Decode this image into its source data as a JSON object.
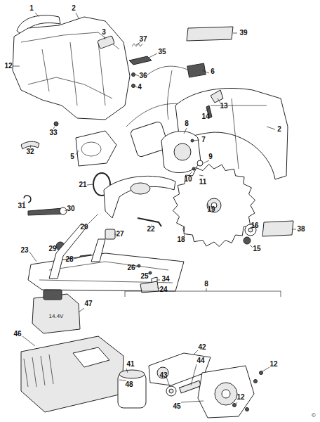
{
  "diagram": {
    "labels": [
      "1",
      "2",
      "3",
      "37",
      "35",
      "12",
      "36",
      "4",
      "6",
      "39",
      "13",
      "14",
      "7",
      "8",
      "2",
      "9",
      "33",
      "32",
      "5",
      "10",
      "11",
      "21",
      "31",
      "30",
      "20",
      "19",
      "38",
      "18",
      "16",
      "29",
      "15",
      "28",
      "27",
      "22",
      "23",
      "26",
      "25",
      "34",
      "24",
      "8",
      "47",
      "46",
      "42",
      "41",
      "44",
      "43",
      "12",
      "48",
      "45",
      "12",
      "14.4V",
      "©"
    ]
  }
}
